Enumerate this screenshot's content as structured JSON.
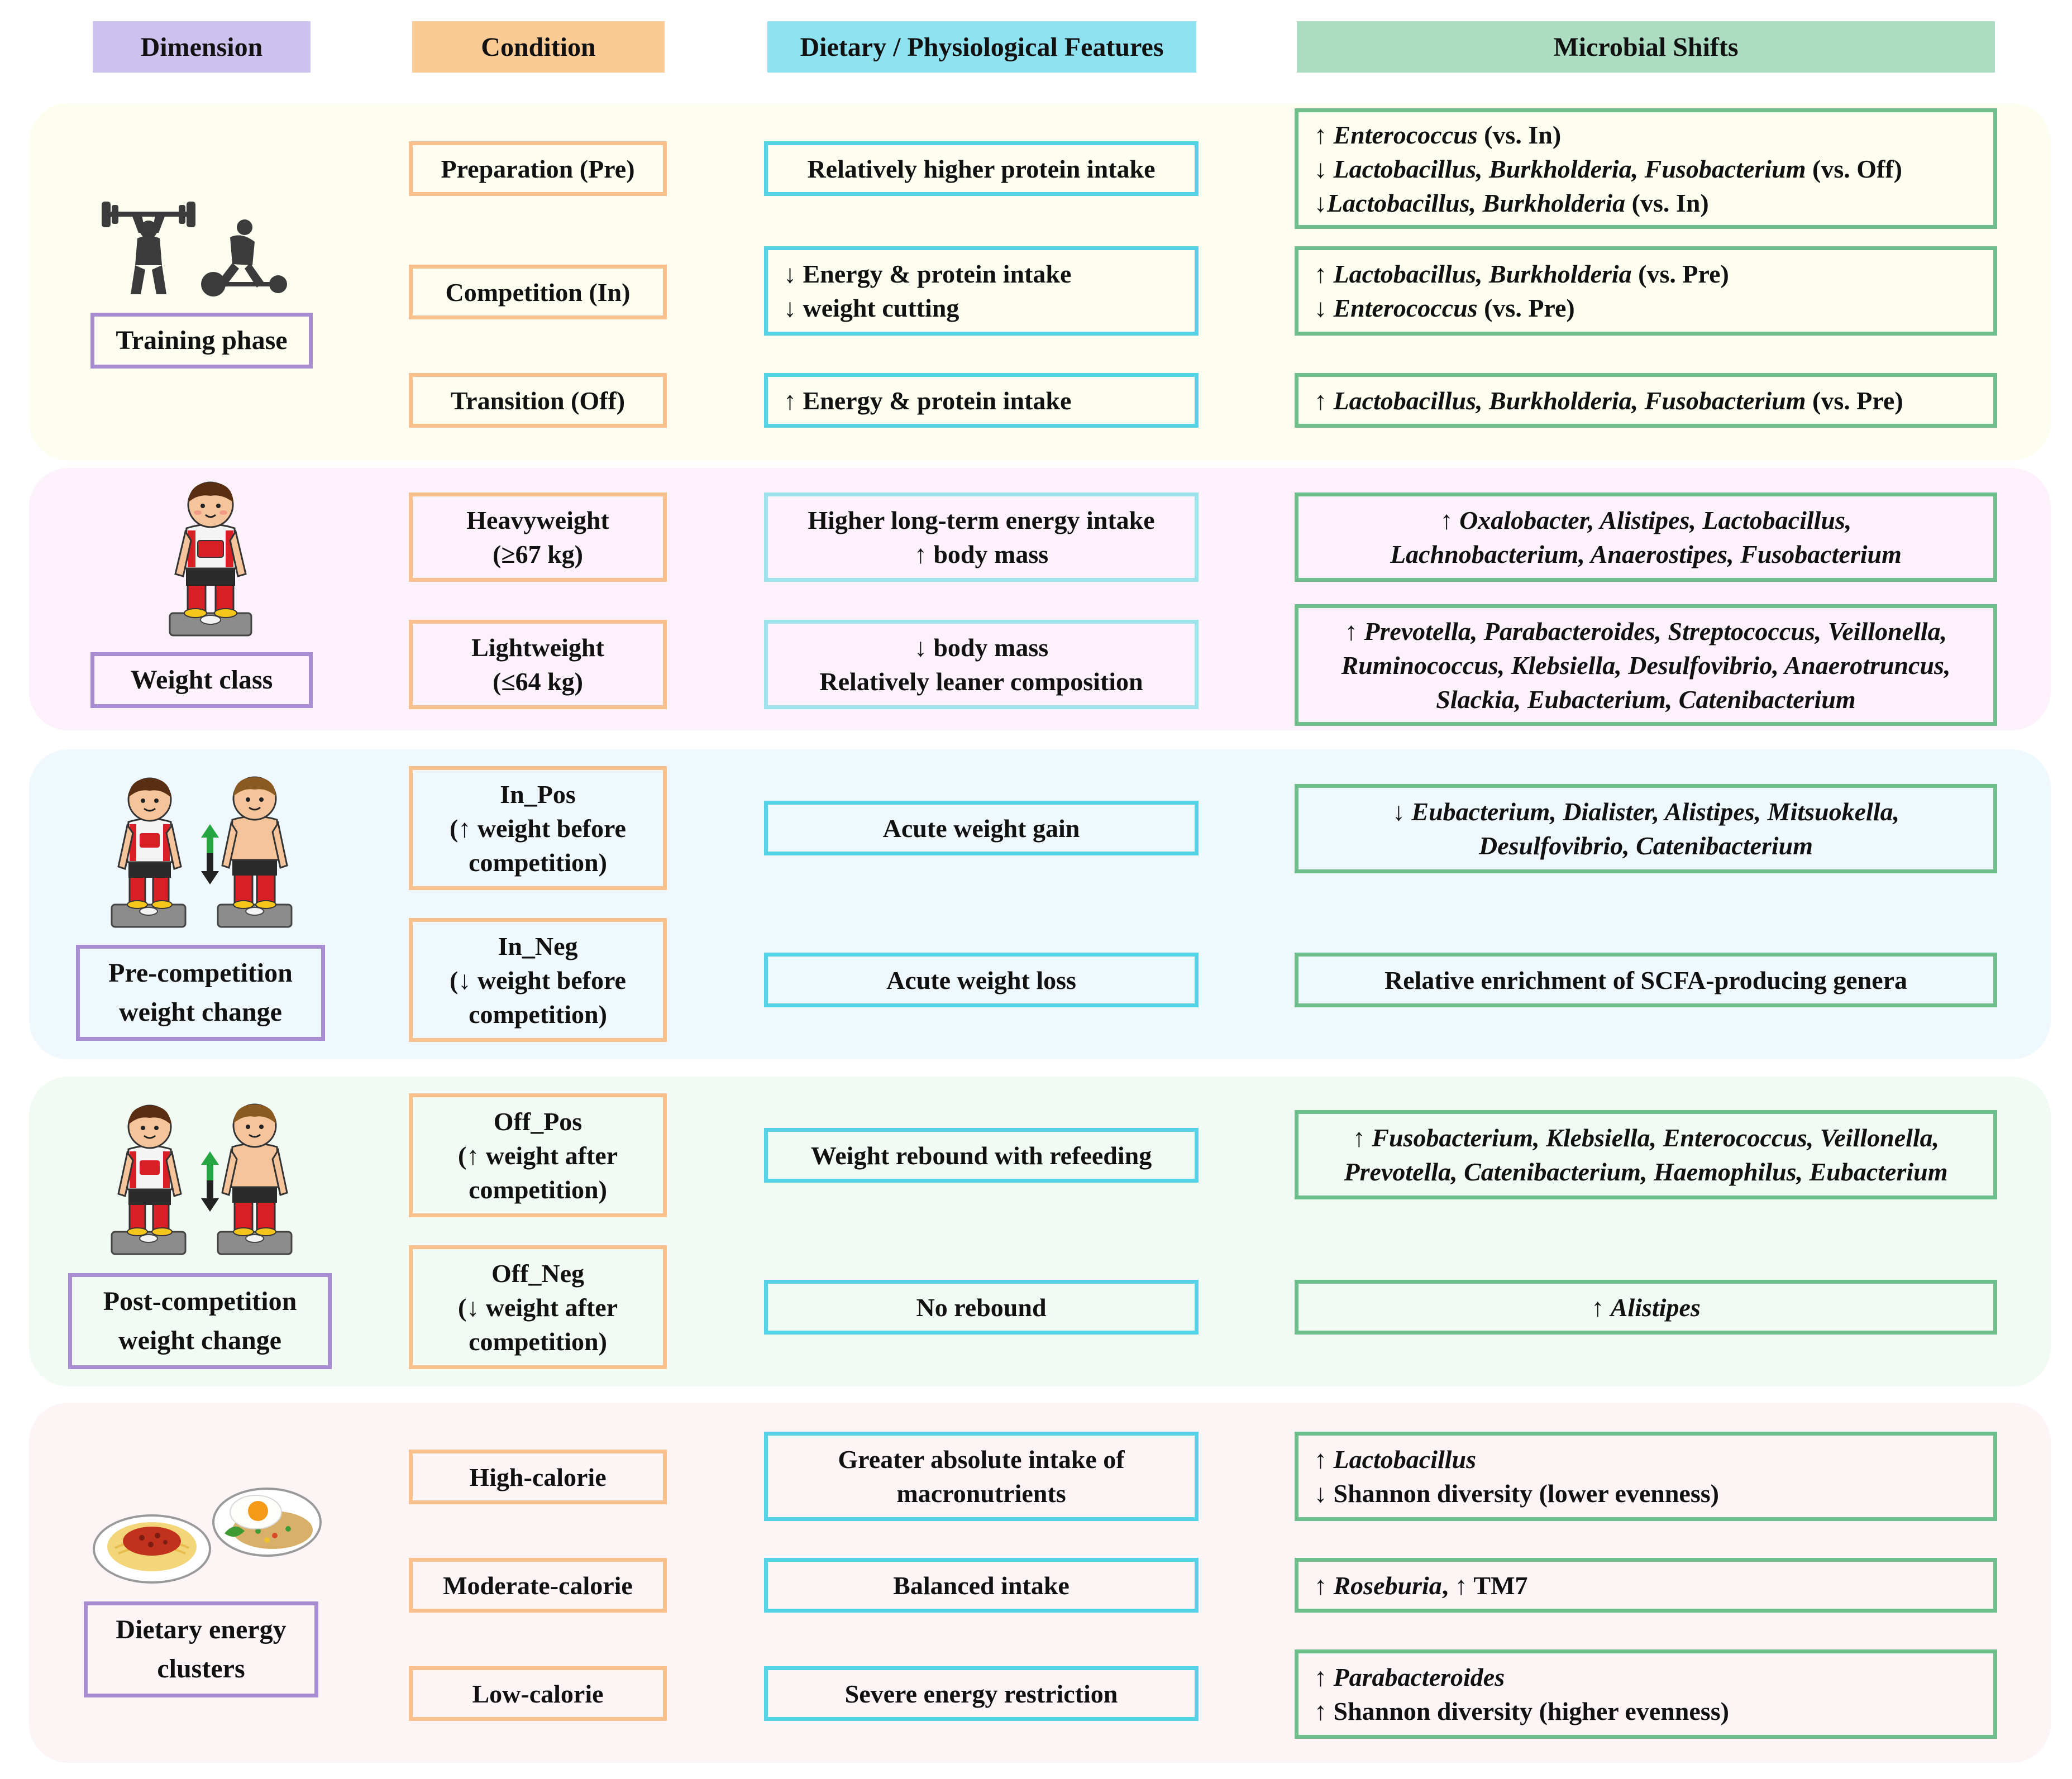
{
  "headers": {
    "dimension": "Dimension",
    "condition": "Condition",
    "features": "Dietary / Physiological Features",
    "shifts": "Microbial Shifts"
  },
  "colors": {
    "header_dimension": "#cdc2ee",
    "header_condition": "#fbcb95",
    "header_features": "#8fe3f1",
    "header_shifts": "#acdcc2",
    "band_training": "#fdfdf0",
    "band_weight_class": "#fdf2fb",
    "band_pre": "#eef8fd",
    "band_post": "#f2fbf3",
    "band_diet": "#fdf4f5"
  },
  "sections": [
    {
      "dimension": [
        "Training phase"
      ],
      "icon": "weightlifter-icon",
      "rows": [
        {
          "condition": [
            "Preparation (Pre)"
          ],
          "features": [
            "Relatively higher protein intake"
          ],
          "shifts": [
            [
              {
                "t": "↑ "
              },
              {
                "t": "Enterococcus",
                "i": true
              },
              {
                "t": " (vs. In)"
              }
            ],
            [
              {
                "t": "↓ "
              },
              {
                "t": "Lactobacillus, Burkholderia, Fusobacterium",
                "i": true
              },
              {
                "t": " (vs. Off)"
              }
            ],
            [
              {
                "t": "↓"
              },
              {
                "t": "Lactobacillus, Burkholderia",
                "i": true
              },
              {
                "t": " (vs. In)"
              }
            ]
          ]
        },
        {
          "condition": [
            "Competition (In)"
          ],
          "features": [
            "↓ Energy & protein intake",
            "↓ weight cutting"
          ],
          "shifts": [
            [
              {
                "t": "↑ "
              },
              {
                "t": "Lactobacillus, Burkholderia",
                "i": true
              },
              {
                "t": " (vs. Pre)"
              }
            ],
            [
              {
                "t": "↓ "
              },
              {
                "t": "Enterococcus",
                "i": true
              },
              {
                "t": " (vs. Pre)"
              }
            ]
          ]
        },
        {
          "condition": [
            "Transition (Off)"
          ],
          "features": [
            "↑ Energy & protein intake"
          ],
          "shifts": [
            [
              {
                "t": "↑ "
              },
              {
                "t": "Lactobacillus, Burkholderia, Fusobacterium",
                "i": true
              },
              {
                "t": " (vs. Pre)"
              }
            ]
          ]
        }
      ]
    },
    {
      "dimension": [
        "Weight class"
      ],
      "icon": "athlete-on-scale-icon",
      "rows": [
        {
          "condition": [
            "Heavyweight",
            "(≥67 kg)"
          ],
          "features": [
            "Higher long-term energy intake",
            "↑ body mass"
          ],
          "shifts": [
            [
              {
                "t": "↑ "
              },
              {
                "t": "Oxalobacter, Alistipes, Lactobacillus,",
                "i": true
              }
            ],
            [
              {
                "t": "Lachnobacterium, Anaerostipes, Fusobacterium",
                "i": true
              }
            ]
          ]
        },
        {
          "condition": [
            "Lightweight",
            "(≤64 kg)"
          ],
          "features": [
            "↓ body mass",
            "Relatively leaner composition"
          ],
          "shifts": [
            [
              {
                "t": "↑ "
              },
              {
                "t": "Prevotella, Parabacteroides, Streptococcus, Veillonella,",
                "i": true
              }
            ],
            [
              {
                "t": "Ruminococcus, Klebsiella, Desulfovibrio, Anaerotruncus,",
                "i": true
              }
            ],
            [
              {
                "t": "Slackia, Eubacterium, Catenibacterium",
                "i": true
              }
            ]
          ]
        }
      ]
    },
    {
      "dimension": [
        "Pre-competition",
        "weight change"
      ],
      "icon": "weight-change-icon",
      "rows": [
        {
          "condition": [
            "In_Pos",
            "(↑ weight before",
            "competition)"
          ],
          "features": [
            "Acute weight gain"
          ],
          "shifts": [
            [
              {
                "t": "↓ "
              },
              {
                "t": "Eubacterium, Dialister, Alistipes, Mitsuokella,",
                "i": true
              }
            ],
            [
              {
                "t": "Desulfovibrio, Catenibacterium",
                "i": true
              }
            ]
          ]
        },
        {
          "condition": [
            "In_Neg",
            "(↓ weight before",
            "competition)"
          ],
          "features": [
            "Acute weight loss"
          ],
          "shifts": [
            [
              {
                "t": "Relative enrichment of SCFA-producing genera"
              }
            ]
          ]
        }
      ]
    },
    {
      "dimension": [
        "Post-competition",
        "weight change"
      ],
      "icon": "weight-change-icon",
      "rows": [
        {
          "condition": [
            "Off_Pos",
            "(↑ weight after",
            "competition)"
          ],
          "features": [
            "Weight rebound with refeeding"
          ],
          "shifts": [
            [
              {
                "t": "↑ "
              },
              {
                "t": "Fusobacterium, Klebsiella, Enterococcus, Veillonella,",
                "i": true
              }
            ],
            [
              {
                "t": "Prevotella, Catenibacterium, Haemophilus, Eubacterium",
                "i": true
              }
            ]
          ]
        },
        {
          "condition": [
            "Off_Neg",
            "(↓ weight after",
            "competition)"
          ],
          "features": [
            "No rebound"
          ],
          "shifts": [
            [
              {
                "t": "↑ "
              },
              {
                "t": "Alistipes",
                "i": true
              }
            ]
          ]
        }
      ]
    },
    {
      "dimension": [
        "Dietary energy",
        "clusters"
      ],
      "icon": "food-plates-icon",
      "rows": [
        {
          "condition": [
            "High-calorie"
          ],
          "features": [
            "Greater absolute intake of",
            "macronutrients"
          ],
          "shifts": [
            [
              {
                "t": "↑ "
              },
              {
                "t": "Lactobacillus",
                "i": true
              }
            ],
            [
              {
                "t": "↓ Shannon diversity (lower evenness)"
              }
            ]
          ]
        },
        {
          "condition": [
            "Moderate-calorie"
          ],
          "features": [
            "Balanced intake"
          ],
          "shifts": [
            [
              {
                "t": "↑ "
              },
              {
                "t": "Roseburia",
                "i": true
              },
              {
                "t": ", ↑ TM7"
              }
            ]
          ]
        },
        {
          "condition": [
            "Low-calorie"
          ],
          "features": [
            "Severe energy restriction"
          ],
          "shifts": [
            [
              {
                "t": "↑ "
              },
              {
                "t": "Parabacteroides",
                "i": true
              }
            ],
            [
              {
                "t": "↑ Shannon diversity (higher evenness)"
              }
            ]
          ]
        }
      ]
    }
  ]
}
